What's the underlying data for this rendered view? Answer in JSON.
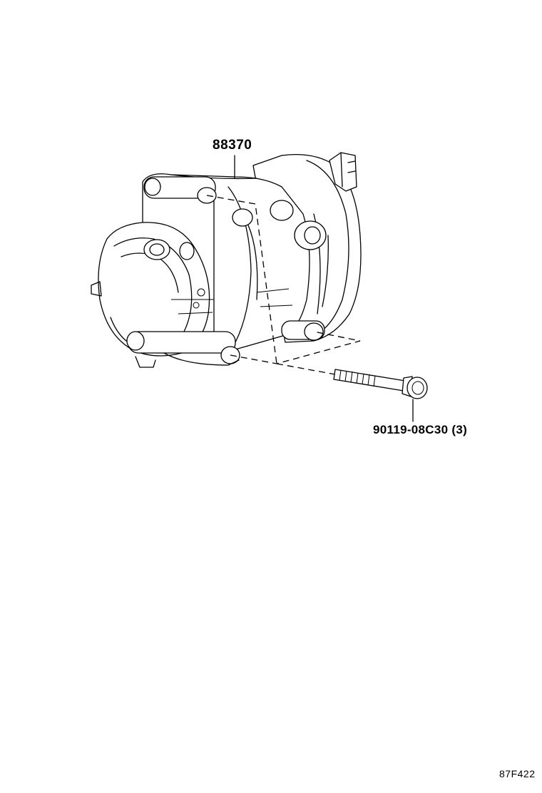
{
  "parts": {
    "compressor_label": "88370",
    "bolt_label": "90119-08C30 (3)"
  },
  "diagram_code": "87F422"
}
